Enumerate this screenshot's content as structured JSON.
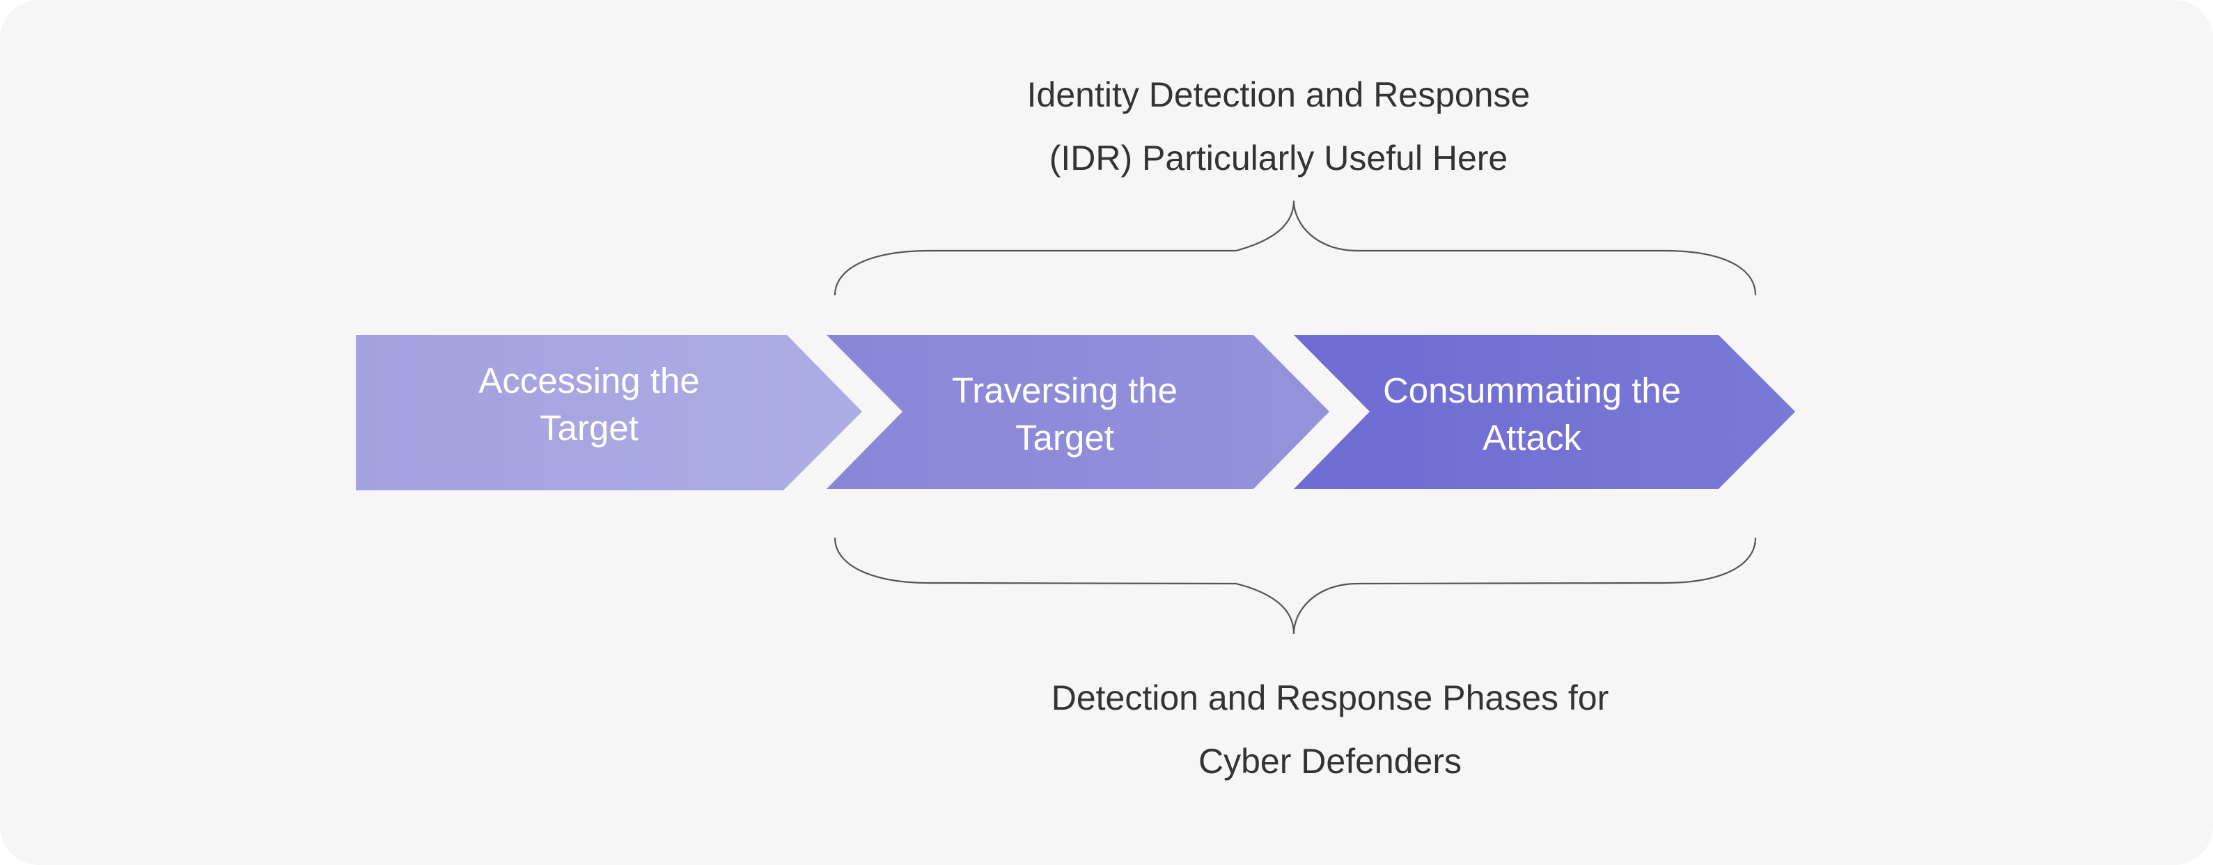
{
  "top_caption": {
    "line1": "Identity Detection and Response",
    "line2": "(IDR) Particularly Useful Here"
  },
  "bottom_caption": {
    "line1": "Detection and Response Phases for",
    "line2": "Cyber Defenders"
  },
  "steps": [
    {
      "line1": "Accessing the",
      "line2": "Target",
      "color": "#a8a8e0"
    },
    {
      "line1": "Traversing the",
      "line2": "Target",
      "color": "#8d8bd8"
    },
    {
      "line1": "Consummating the",
      "line2": "Attack",
      "color": "#7573d3"
    }
  ],
  "colors": {
    "background": "#f6f6f6",
    "brace_stroke": "#555555",
    "caption_text": "#333333",
    "step_text": "#ffffff"
  }
}
